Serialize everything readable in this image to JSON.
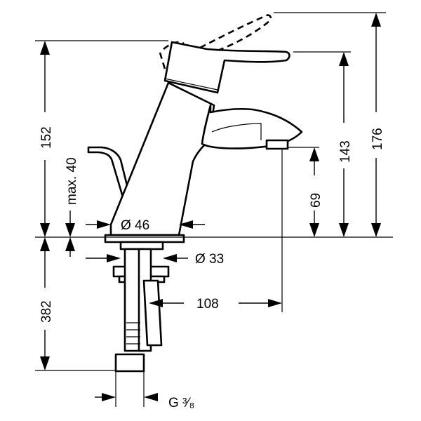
{
  "dimensions": {
    "height_above_deck": "152",
    "pop_up_rod_height": "max. 40",
    "outlet_height": "69",
    "lever_height": "143",
    "total_height": "176",
    "base_diameter": "Ø 46",
    "hole_diameter": "Ø 33",
    "tail_length": "382",
    "spout_reach": "108",
    "connection_thread": "G ³⁄₈"
  },
  "colors": {
    "line": "#000000",
    "background": "#ffffff"
  }
}
